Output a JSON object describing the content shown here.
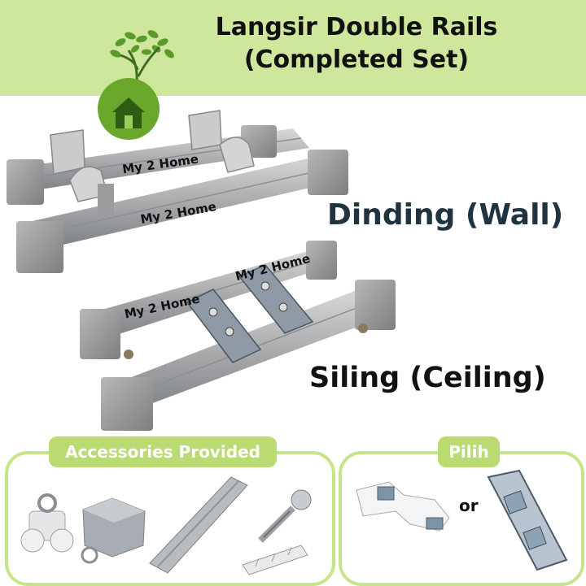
{
  "header": {
    "title_line1": "Langsir Double Rails",
    "title_line2": "(Completed Set)"
  },
  "labels": {
    "wall": "Dinding (Wall)",
    "ceiling": "Siling (Ceiling)"
  },
  "watermark": "My 2 Home",
  "accessories": {
    "title": "Accessories Provided",
    "items": [
      "roller-runner",
      "end-cap",
      "rail-section",
      "screw",
      "wall-plug"
    ]
  },
  "pilih": {
    "title": "Pilih",
    "or_text": "or",
    "options": [
      "wall-bracket",
      "ceiling-bracket"
    ]
  },
  "colors": {
    "header_bg": "#cfe79d",
    "accent": "#b9db72",
    "box_border": "#c6e488",
    "wall_text": "#1f3440"
  }
}
